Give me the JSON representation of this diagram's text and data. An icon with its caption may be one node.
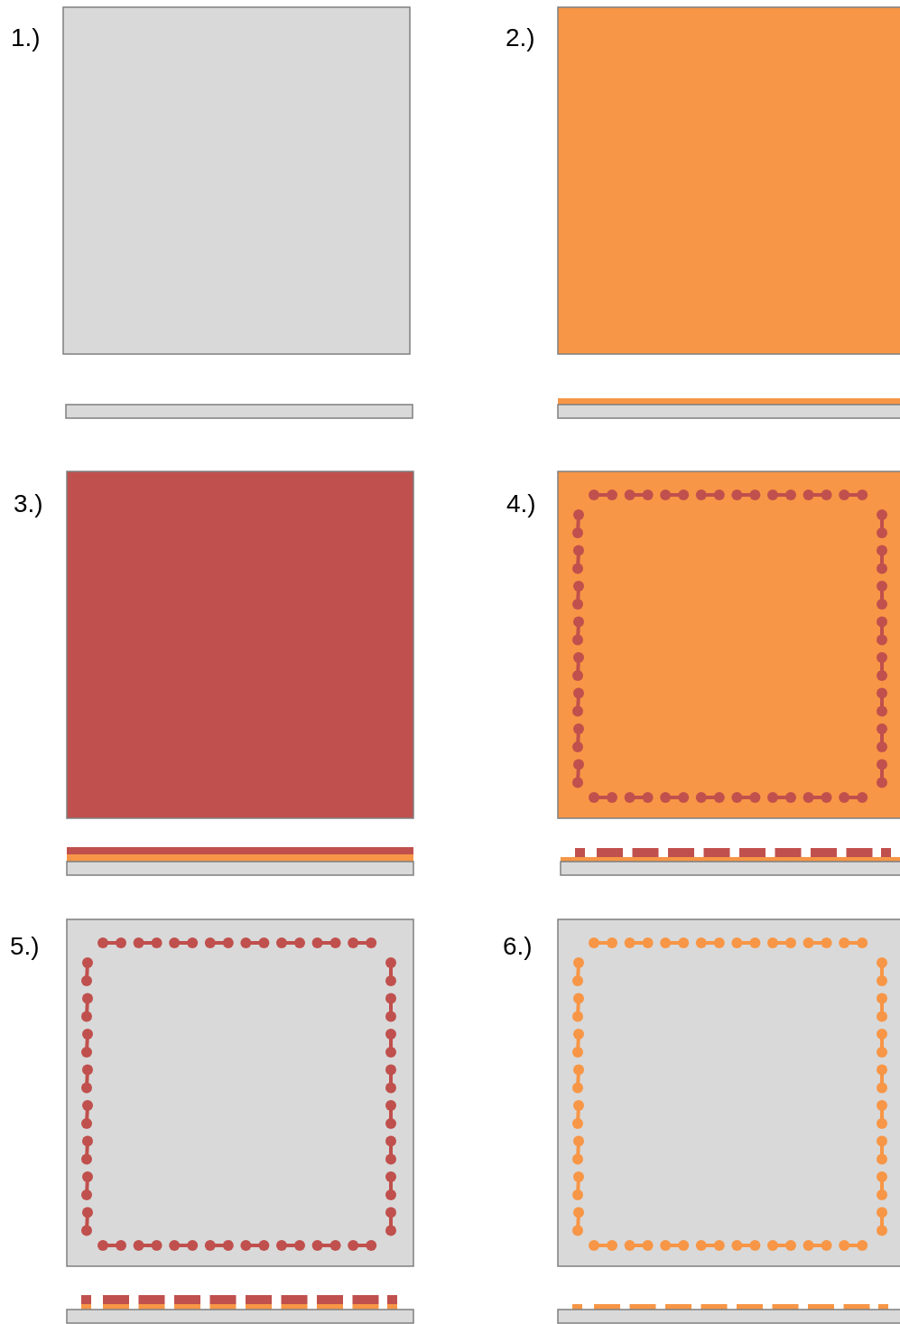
{
  "diagram": {
    "labels": [
      "1.)",
      "2.)",
      "3.)",
      "4.)",
      "5.)",
      "6.)"
    ]
  }
}
